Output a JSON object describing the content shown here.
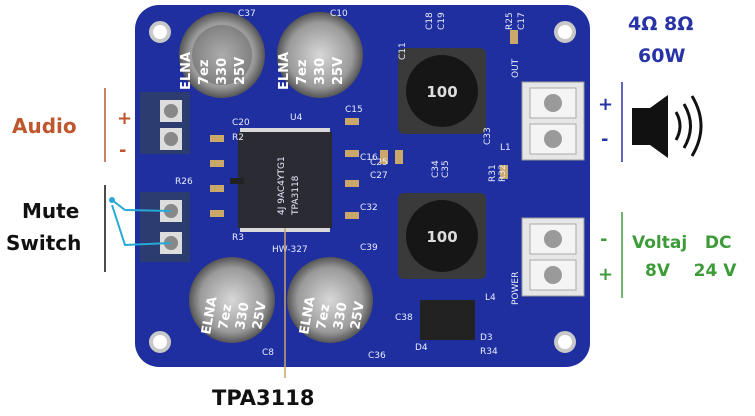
{
  "annotations": {
    "audio": {
      "label": "Audio",
      "plus": "+",
      "minus": "-",
      "color": "#c0562e"
    },
    "mute": {
      "line1": "Mute",
      "line2": "Switch",
      "color": "#111111",
      "wire_color": "#27a9d6"
    },
    "speaker": {
      "impedance": "4Ω  8Ω",
      "power": "60W",
      "plus": "+",
      "minus": "-",
      "color": "#2834a6",
      "icon": "speaker-volume-icon"
    },
    "power": {
      "line1": "Voltaj   DC",
      "line2": "8V    24 V",
      "minus": "-",
      "plus": "+",
      "color": "#3d9b3a"
    },
    "chip": {
      "label": "TPA3118",
      "pointer_color": "#c9a46a"
    }
  },
  "board": {
    "color": "#1f2fa0",
    "model": "HW-327",
    "ic_marking": [
      "TPA3118",
      "4J 9AC4YTG1"
    ],
    "capacitor_text": [
      "ELNA",
      "7ez",
      "330",
      "25V"
    ],
    "inductor_marking": "100",
    "silkscreen": [
      "C37",
      "C10",
      "U4",
      "C20",
      "C15",
      "R2",
      "C16",
      "C25",
      "C27",
      "C32",
      "C39",
      "R26",
      "R3",
      "C8",
      "C36",
      "C38",
      "L4",
      "D4",
      "D3",
      "R34",
      "POWER",
      "OUT",
      "C18",
      "C19",
      "R25",
      "C17",
      "C11",
      "C34",
      "C35",
      "R31",
      "R32",
      "C33",
      "L1"
    ]
  }
}
